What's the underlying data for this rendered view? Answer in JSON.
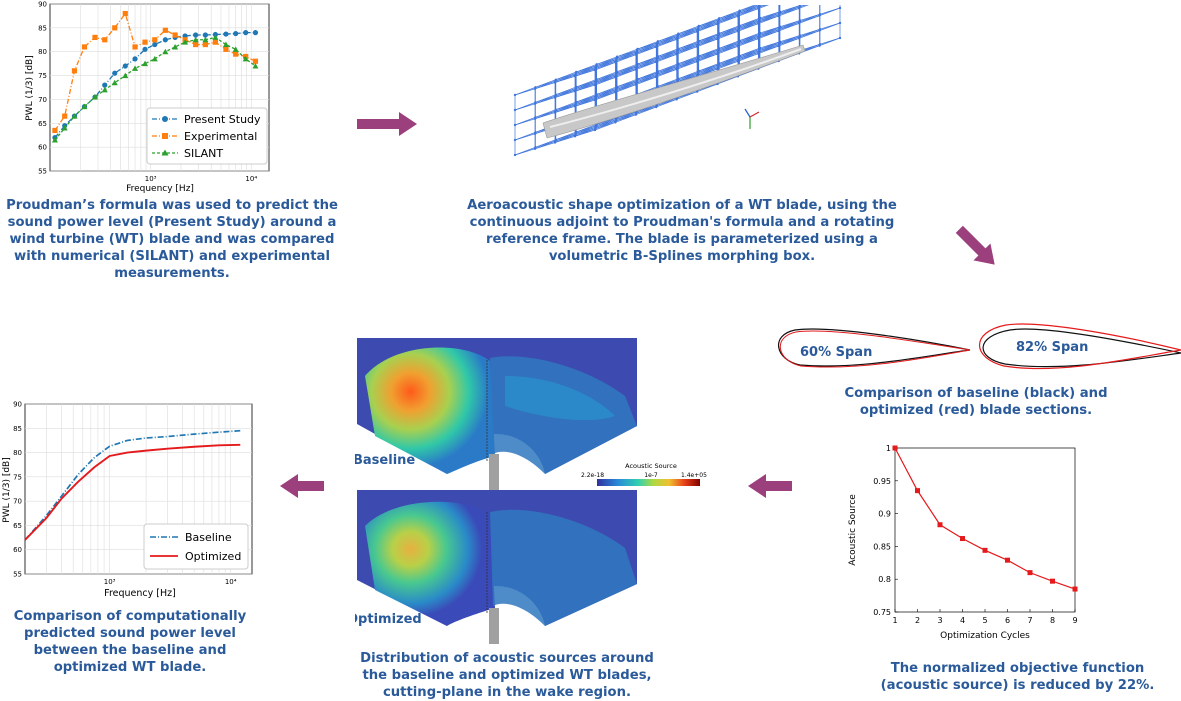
{
  "colors": {
    "caption_text": "#2a5a9a",
    "arrow": "#9b3f7d",
    "present_study": "#1f77b4",
    "experimental": "#ff7f0e",
    "silant": "#2ca02c",
    "baseline_line": "#1f77b4",
    "optimized_line": "#e41a1c",
    "lattice": "#1f5fd6",
    "convergence": "#e41a1c"
  },
  "captions": {
    "validation": "Proudman’s formula was used to predict the sound power level (Present Study) around a wind turbine (WT) blade and was compared with numerical (SILANT) and experimental measurements.",
    "optimization": "Aeroacoustic shape optimization of a WT blade, using the continuous adjoint to Proudman's formula and a rotating reference frame. The blade is parameterized using a volumetric B-Splines morphing box.",
    "sections": "Comparison of baseline (black) and optimized (red) blade sections.",
    "objective": "The normalized objective function (acoustic source) is reduced by 22%.",
    "distribution": "Distribution of acoustic sources around the baseline and optimized WT blades, cutting-plane in the wake region.",
    "pwl_compare": "Comparison of computationally predicted sound power level between the baseline and optimized WT blade."
  },
  "sections": {
    "span60": "60% Span",
    "span82": "82% Span"
  },
  "contour": {
    "baseline_label": "Baseline",
    "optimized_label": "Optimized",
    "colorbar_title": "Acoustic Source",
    "colorbar_min": "2.2e-18",
    "colorbar_mid": "1e-7",
    "colorbar_max": "1.4e+05"
  },
  "chart_data": [
    {
      "type": "line",
      "xlabel": "Frequency [Hz]",
      "ylabel": "PWL (1/3) [dB]",
      "xscale": "log",
      "xlim": [
        100,
        15000
      ],
      "ylim": [
        55,
        90
      ],
      "yticks": [
        55,
        60,
        65,
        70,
        75,
        80,
        85,
        90
      ],
      "xticks": [
        "10³",
        "10⁴"
      ],
      "grid": true,
      "legend": "lower-right",
      "series": [
        {
          "name": "Present Study",
          "x": [
            112,
            140,
            175,
            220,
            280,
            350,
            440,
            560,
            700,
            880,
            1100,
            1400,
            1750,
            2200,
            2800,
            3500,
            4400,
            5600,
            7000,
            8800,
            11000
          ],
          "values": [
            62,
            64.5,
            66.5,
            68.5,
            70.5,
            73,
            75.5,
            77,
            78.5,
            80.5,
            81.5,
            82.5,
            83,
            83.3,
            83.5,
            83.5,
            83.6,
            83.7,
            83.8,
            84,
            84
          ]
        },
        {
          "name": "Experimental",
          "x": [
            112,
            140,
            175,
            220,
            280,
            350,
            440,
            560,
            700,
            880,
            1100,
            1400,
            1750,
            2200,
            2800,
            3500,
            4400,
            5600,
            7000,
            8800,
            11000
          ],
          "values": [
            63.5,
            66.5,
            76,
            81,
            83,
            82.5,
            85,
            88,
            81,
            82,
            82.5,
            84.5,
            83.5,
            82.5,
            81.5,
            81.5,
            82,
            80.5,
            79.5,
            79,
            78
          ]
        },
        {
          "name": "SILANT",
          "x": [
            112,
            140,
            175,
            220,
            280,
            350,
            440,
            560,
            700,
            880,
            1100,
            1400,
            1750,
            2200,
            2800,
            3500,
            4400,
            5600,
            7000,
            8800,
            11000
          ],
          "values": [
            61.5,
            64,
            66.5,
            68.5,
            70.5,
            72,
            73.5,
            75,
            76.5,
            77.5,
            78.5,
            80,
            81,
            82,
            82.5,
            82.5,
            83,
            81.5,
            80.5,
            78.5,
            77
          ]
        }
      ]
    },
    {
      "type": "line",
      "xlabel": "Optimization Cycles",
      "ylabel": "Acoustic Source",
      "x": [
        1,
        2,
        3,
        4,
        5,
        6,
        7,
        8,
        9
      ],
      "xlim": [
        1,
        9
      ],
      "ylim": [
        0.75,
        1.0
      ],
      "yticks": [
        "0.75",
        "0.8",
        "0.85",
        "0.9",
        "0.95",
        "1"
      ],
      "grid": false,
      "series": [
        {
          "values": [
            1.0,
            0.935,
            0.883,
            0.862,
            0.844,
            0.829,
            0.81,
            0.797,
            0.785
          ]
        }
      ]
    },
    {
      "type": "line",
      "xlabel": "Frequency [Hz]",
      "ylabel": "PWL (1/3) [dB]",
      "xscale": "log",
      "xlim": [
        200,
        15000
      ],
      "ylim": [
        55,
        90
      ],
      "yticks": [
        55,
        60,
        65,
        70,
        75,
        80,
        85,
        90
      ],
      "xticks": [
        "10³",
        "10⁴"
      ],
      "grid": true,
      "legend": "lower-right",
      "series": [
        {
          "name": "Baseline",
          "x": [
            200,
            300,
            400,
            550,
            750,
            1000,
            1400,
            2000,
            3000,
            5000,
            8000,
            12000
          ],
          "values": [
            62,
            67,
            71,
            75.5,
            79,
            81.3,
            82.5,
            83,
            83.3,
            83.8,
            84.2,
            84.5
          ]
        },
        {
          "name": "Optimized",
          "x": [
            200,
            300,
            400,
            550,
            750,
            1000,
            1400,
            2000,
            3000,
            5000,
            8000,
            12000
          ],
          "values": [
            62,
            66.5,
            70.5,
            74,
            77,
            79.3,
            80,
            80.4,
            80.8,
            81.2,
            81.5,
            81.6
          ]
        }
      ]
    }
  ]
}
